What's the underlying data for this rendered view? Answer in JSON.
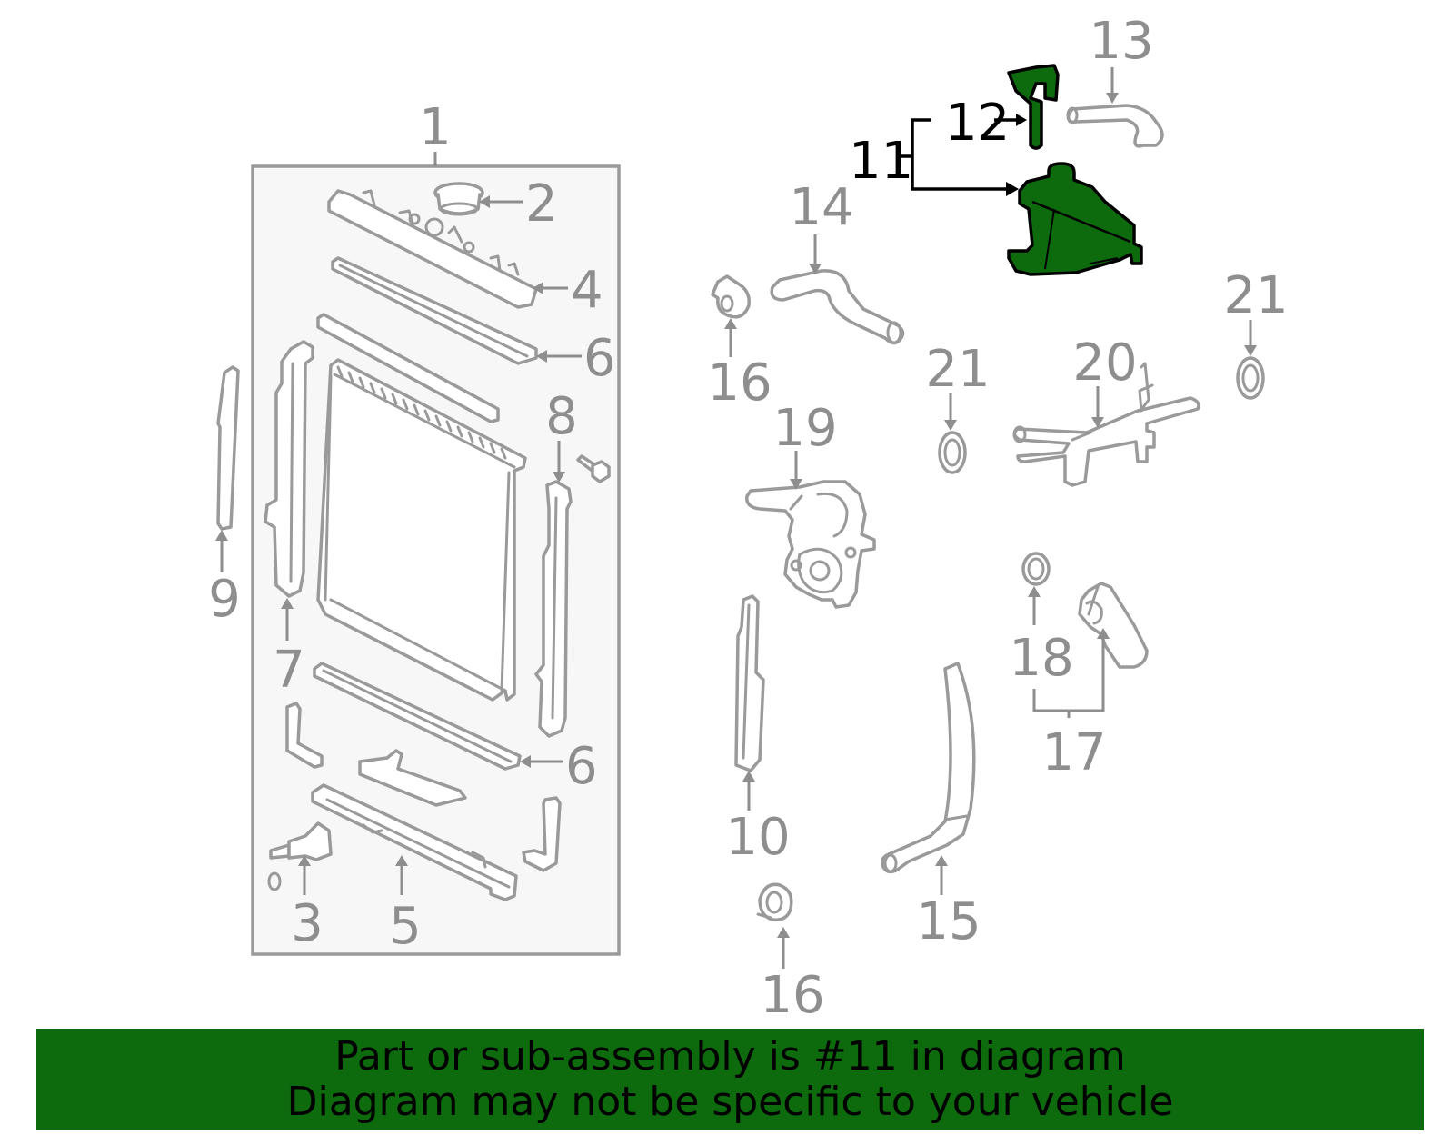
{
  "diagram": {
    "callouts": {
      "c1": "1",
      "c2": "2",
      "c3": "3",
      "c4": "4",
      "c5": "5",
      "c6a": "6",
      "c6b": "6",
      "c7": "7",
      "c8": "8",
      "c9": "9",
      "c10": "10",
      "c11": "11",
      "c12": "12",
      "c13": "13",
      "c14": "14",
      "c15": "15",
      "c16a": "16",
      "c16b": "16",
      "c17": "17",
      "c18": "18",
      "c19": "19",
      "c20": "20",
      "c21a": "21",
      "c21b": "21"
    },
    "highlight_color": "#0d6a0d",
    "line_color": "#9a9a9a"
  },
  "banner": {
    "line1": "Part or sub-assembly is #11 in diagram",
    "line2": "Diagram may not be specific to your vehicle"
  }
}
